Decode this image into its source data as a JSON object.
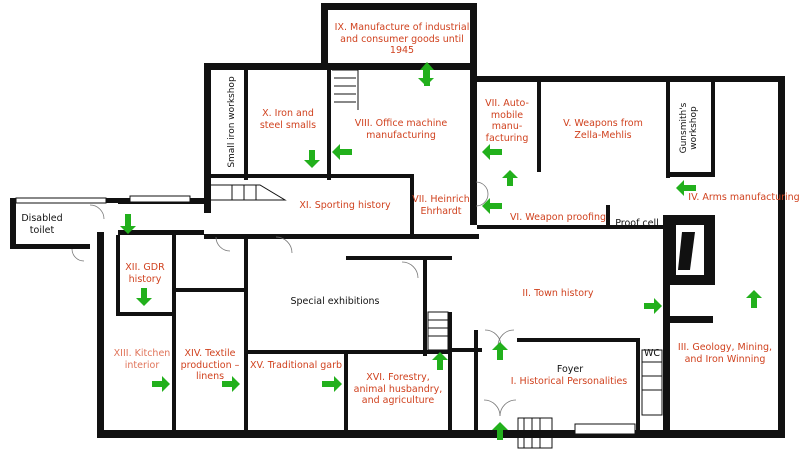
{
  "rooms": {
    "r9": "IX. Manufacture of industrial\nand consumer goods until 1945",
    "r10": "X. Iron and\nsteel smalls",
    "r8": "VIII. Office machine\nmanufacturing",
    "r7a": "VII. Auto-\nmobile\nmanu-\nfacturing",
    "r5": "V. Weapons from\nZella-Mehlis",
    "r11": "XI. Sporting history",
    "r7b": "VII. Heinrich\nEhrhardt",
    "r6": "VI. Weapon proofing",
    "r4": "IV. Arms manufacturing",
    "r12": "XII. GDR\nhistory",
    "r2": "II. Town history",
    "r3": "III. Geology, Mining,\nand Iron Winning",
    "r13": "XIII. Kitchen\ninterior",
    "r14": "XIV. Textile\nproduction –\nlinens",
    "r15": "XV. Traditional garb",
    "r16": "XVI. Forestry,\nanimal husbandry,\nand agriculture",
    "r1": "I. Historical Personalities"
  },
  "other_labels": {
    "small_iron": "Small iron workshop",
    "gunsmith": "Gunsmith's\nworkshop",
    "disabled_toilet": "Disabled\ntoilet",
    "proof_cell": "Proof cell",
    "special": "Special exhibitions",
    "foyer": "Foyer",
    "wc": "WC"
  },
  "colors": {
    "wall": "#111111",
    "label": "#d0421f",
    "label_light": "#e0745a",
    "arrow": "#22b01c"
  }
}
